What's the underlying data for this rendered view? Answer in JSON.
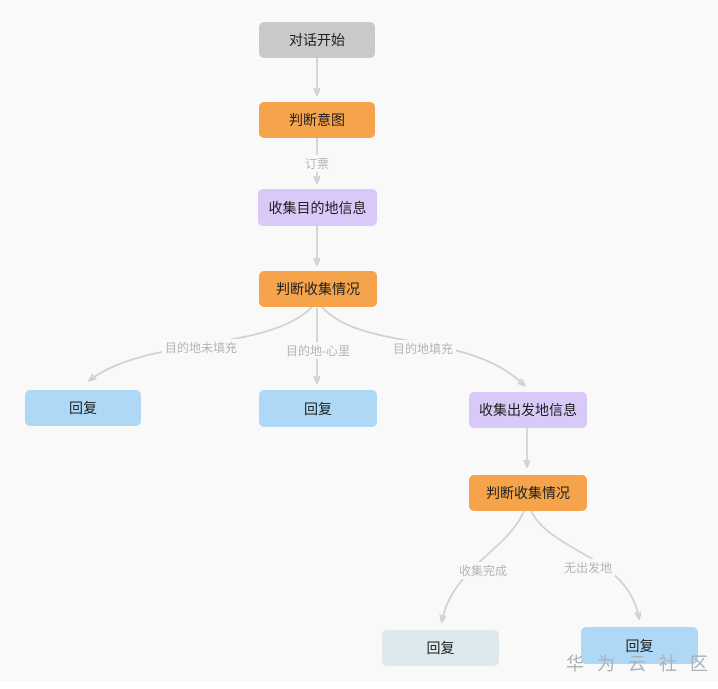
{
  "canvas": {
    "watermark": "华 为 云 社 区"
  },
  "colors": {
    "background": "#f9f9f9",
    "start_node_fill": "#c9c9c9",
    "decision_node_fill": "#f6a44b",
    "collect_node_fill": "#d8c9f8",
    "reply_node_fill": "#aed8f6",
    "reply_muted_node_fill": "#dde9ec",
    "edge_line": "#cfd2d6",
    "edge_arrowhead": "#b4b8bc",
    "edge_label_text": "#b2b5b9",
    "node_text": "#1e1e1e",
    "watermark_text": "#a9b1b9"
  },
  "nodes": {
    "start": {
      "label": "对话开始"
    },
    "judge_intent": {
      "label": "判断意图"
    },
    "collect_destination": {
      "label": "收集目的地信息"
    },
    "judge_collection_1": {
      "label": "判断收集情况"
    },
    "reply_left": {
      "label": "回复"
    },
    "reply_center": {
      "label": "回复"
    },
    "collect_origin": {
      "label": "收集出发地信息"
    },
    "judge_collection_2": {
      "label": "判断收集情况"
    },
    "reply_bottom_left": {
      "label": "回复"
    },
    "reply_bottom_right": {
      "label": "回复"
    }
  },
  "edges": {
    "labels": {
      "book_ticket": "订票",
      "destination_unfilled": "目的地未填充",
      "destination_in_mind": "目的地-心里",
      "destination_filled": "目的地填充",
      "collection_complete": "收集完成",
      "no_origin": "无出发地"
    }
  }
}
